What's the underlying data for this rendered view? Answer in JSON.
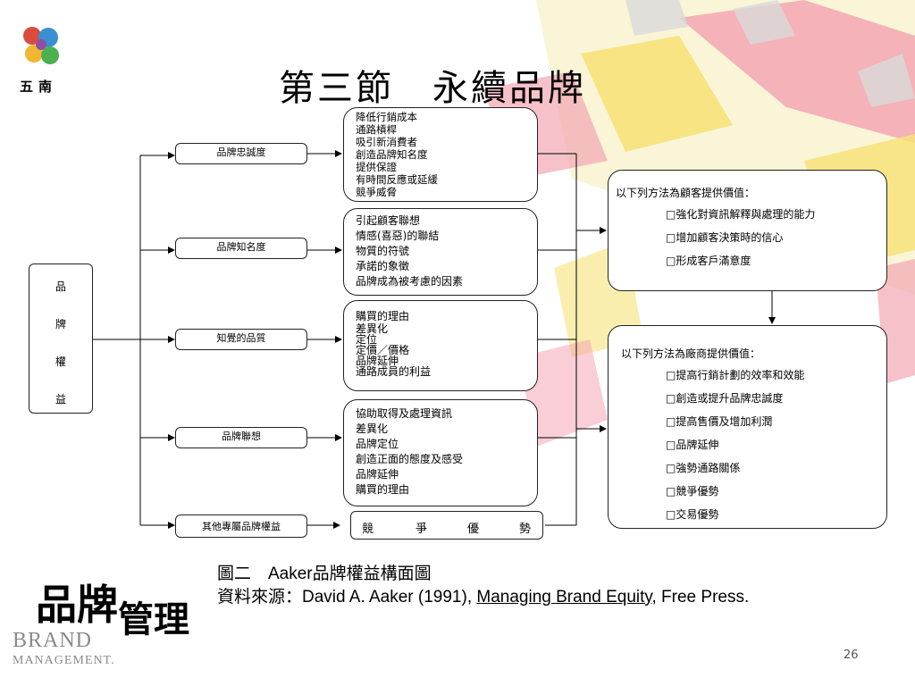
{
  "title": "第三節　永續品牌",
  "logo": {
    "text": "五南",
    "icon": "wunan-logo-icon"
  },
  "root": {
    "label_chars": [
      "品",
      "牌",
      "權",
      "益"
    ]
  },
  "categories": [
    {
      "label": "品牌忠誠度"
    },
    {
      "label": "品牌知名度"
    },
    {
      "label": "知覺的品質"
    },
    {
      "label": "品牌聯想"
    },
    {
      "label": "其他專屬品牌權益"
    }
  ],
  "details": [
    {
      "lines": [
        "降低行銷成本",
        "通路槓桿",
        "吸引新消費者",
        "創造品牌知名度",
        "提供保證",
        "有時間反應或延緩",
        "競爭威脅"
      ]
    },
    {
      "lines": [
        "引起顧客聯想",
        "情感(喜惡)的聯結",
        "物質的符號",
        "承諾的象徵",
        "品牌成為被考慮的因素"
      ]
    },
    {
      "lines": [
        "購買的理由",
        "差異化",
        "定位",
        "定價／價格",
        "品牌延伸",
        "通路成員的利益"
      ]
    },
    {
      "lines": [
        "協助取得及處理資訊",
        "差異化",
        "品牌定位",
        "創造正面的態度及感受",
        "品牌延伸",
        "購買的理由"
      ]
    },
    {
      "chars": [
        "競",
        "爭",
        "優",
        "勢"
      ]
    }
  ],
  "customer_value": {
    "heading": "以下列方法為顧客提供價值：",
    "items": [
      "□強化對資訊解釋與處理的能力",
      "□增加顧客決策時的信心",
      "□形成客戶滿意度"
    ]
  },
  "firm_value": {
    "heading": "以下列方法為廠商提供價值：",
    "items": [
      "□提高行銷計劃的效率和效能",
      "□創造或提升品牌忠誠度",
      "□提高售價及增加利潤",
      "□品牌延伸",
      "□強勢通路關係",
      "□競爭優勢",
      "□交易優勢"
    ]
  },
  "caption": {
    "line1": "圖二　Aaker品牌權益構面圖",
    "line2_prefix": "資料來源：David A. Aaker (1991), ",
    "line2_book": "Managing Brand Equity",
    "line2_suffix": ", Free Press."
  },
  "brand_mark": {
    "zh_top": "品牌",
    "zh_bottom": "管理",
    "en_top": "BRAND",
    "en_bottom": "MANAGEMENT."
  },
  "page_number": "26",
  "colors": {
    "pink": "#f4a6b4",
    "yellow": "#f7e27a",
    "gray": "#d9d9d9"
  }
}
